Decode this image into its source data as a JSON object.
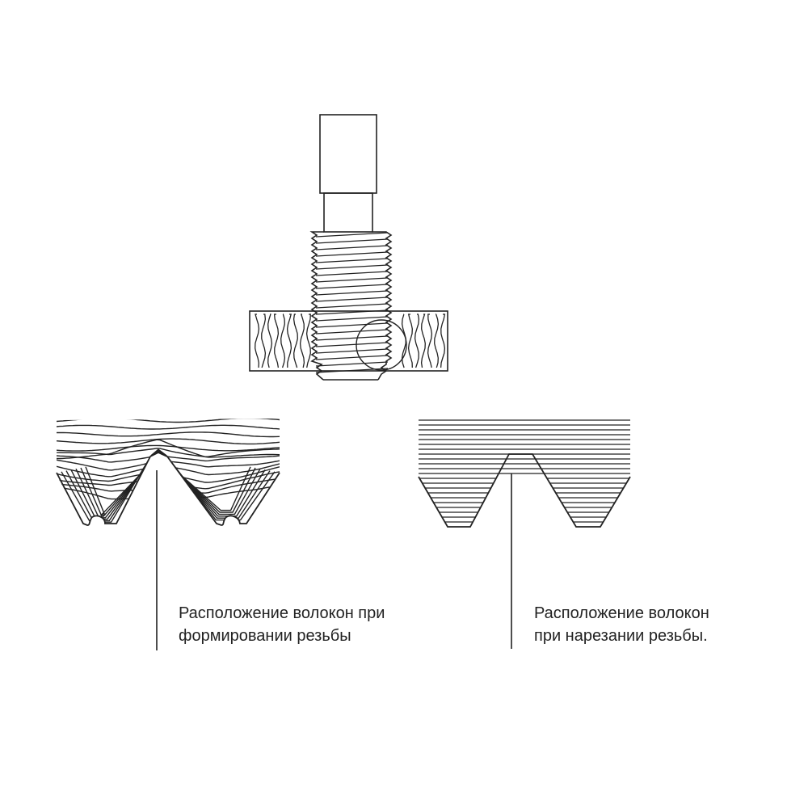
{
  "captions": {
    "formed_thread": {
      "line1": "Расположение волокон при",
      "line2": "формировании резьбы"
    },
    "cut_thread": {
      "line1": "Расположение волокон",
      "line2": "при нарезании резьбы."
    }
  },
  "colors": {
    "ink": "#222222",
    "background": "#ffffff"
  }
}
